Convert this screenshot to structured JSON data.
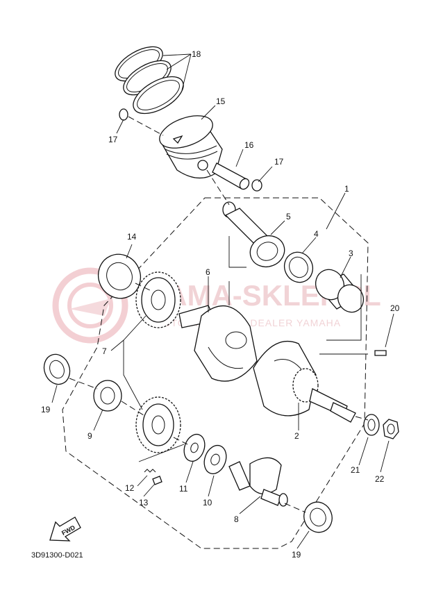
{
  "diagram": {
    "drawing_code": "3D91300-D021",
    "fwd_label": "FWD",
    "watermark": {
      "brand": "YAMA-SKLEP.PL",
      "tagline": "AUTORYZOWANY DEALER YAMAHA"
    },
    "callouts": {
      "c1": "1",
      "c2": "2",
      "c3": "3",
      "c4": "4",
      "c5": "5",
      "c6": "6",
      "c7": "7",
      "c8": "8",
      "c9": "9",
      "c10": "10",
      "c11": "11",
      "c12": "12",
      "c13": "13",
      "c14": "14",
      "c15": "15",
      "c16": "16",
      "c17a": "17",
      "c17b": "17",
      "c18": "18",
      "c19a": "19",
      "c19b": "19",
      "c20": "20",
      "c21": "21",
      "c22": "22"
    }
  }
}
